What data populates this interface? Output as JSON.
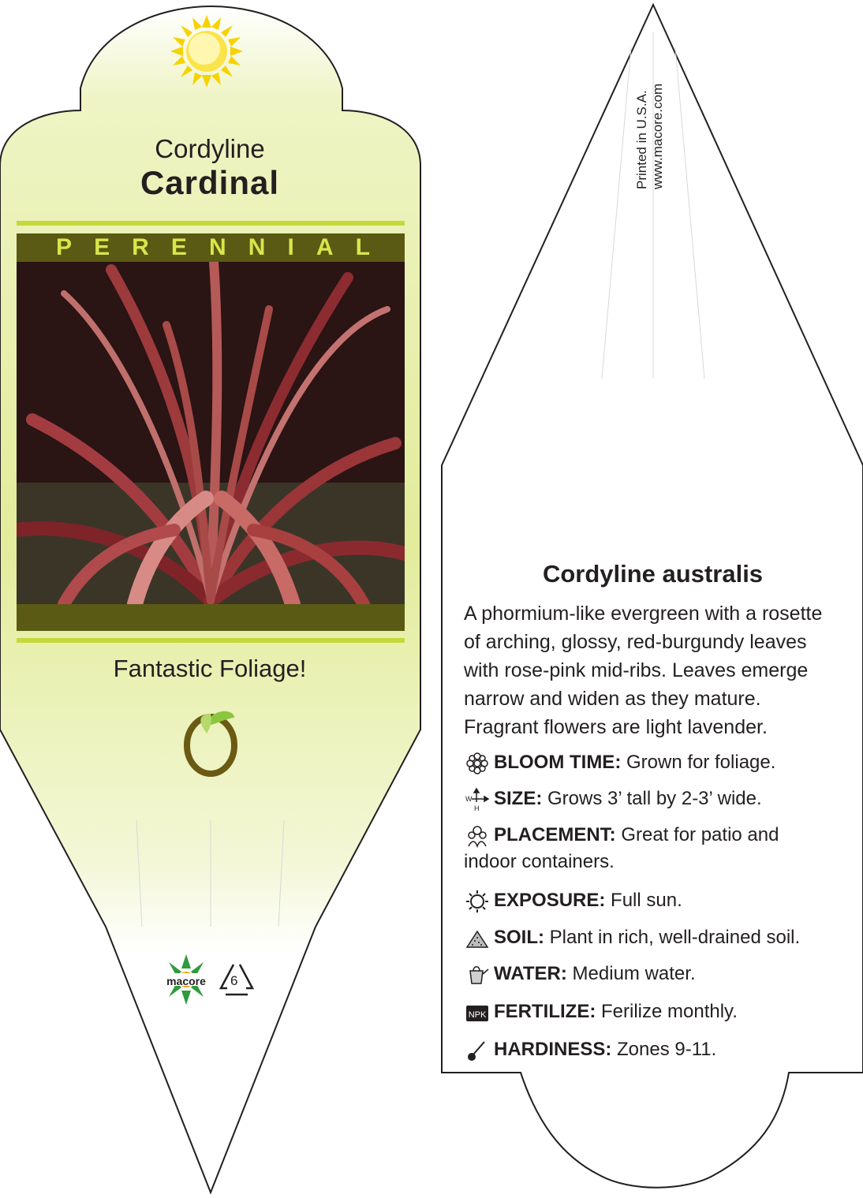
{
  "front": {
    "species": "Cordyline",
    "cultivar": "Cardinal",
    "category_letters": [
      "P",
      "E",
      "R",
      "E",
      "N",
      "N",
      "I",
      "A",
      "L"
    ],
    "tagline": "Fantastic Foliage!",
    "logo": "macore",
    "recycle_number": "6"
  },
  "back": {
    "printed": "Printed in U.S.A.",
    "website": "www.macore.com",
    "botanical_name": "Cordyline australis",
    "description": "A phormium-like evergreen with a rosette of arching, glossy, red-burgundy leaves with rose-pink mid-ribs. Leaves emerge narrow and widen as they mature. Fragrant flowers are light lavender.",
    "info": [
      {
        "icon": "flower-icon",
        "label": "BLOOM TIME:",
        "value": "Grown for foliage."
      },
      {
        "icon": "size-icon",
        "label": "SIZE:",
        "value": "Grows 3’ tall by 2-3’ wide."
      },
      {
        "icon": "placement-icon",
        "label": "PLACEMENT:",
        "value": "Great for patio and indoor containers."
      },
      {
        "icon": "sun-icon",
        "label": "EXPOSURE:",
        "value": "Full sun."
      },
      {
        "icon": "soil-icon",
        "label": "SOIL:",
        "value": "Plant in rich, well-drained soil."
      },
      {
        "icon": "watering-can-icon",
        "label": "WATER:",
        "value": "Medium water."
      },
      {
        "icon": "npk-icon",
        "label": "FERTILIZE:",
        "value": "Ferilize monthly."
      },
      {
        "icon": "thermometer-icon",
        "label": "HARDINESS:",
        "value": "Zones 9-11."
      }
    ],
    "size_icon_letters": {
      "w": "W",
      "h": "H"
    },
    "npk_text": "NPK"
  },
  "colors": {
    "band_dark": "#5a5a14",
    "band_light": "#c5d83a",
    "perennial_text": "#d8e64a",
    "gradient_top": "#e6ef9c",
    "foliage": "#8a2a2e"
  }
}
